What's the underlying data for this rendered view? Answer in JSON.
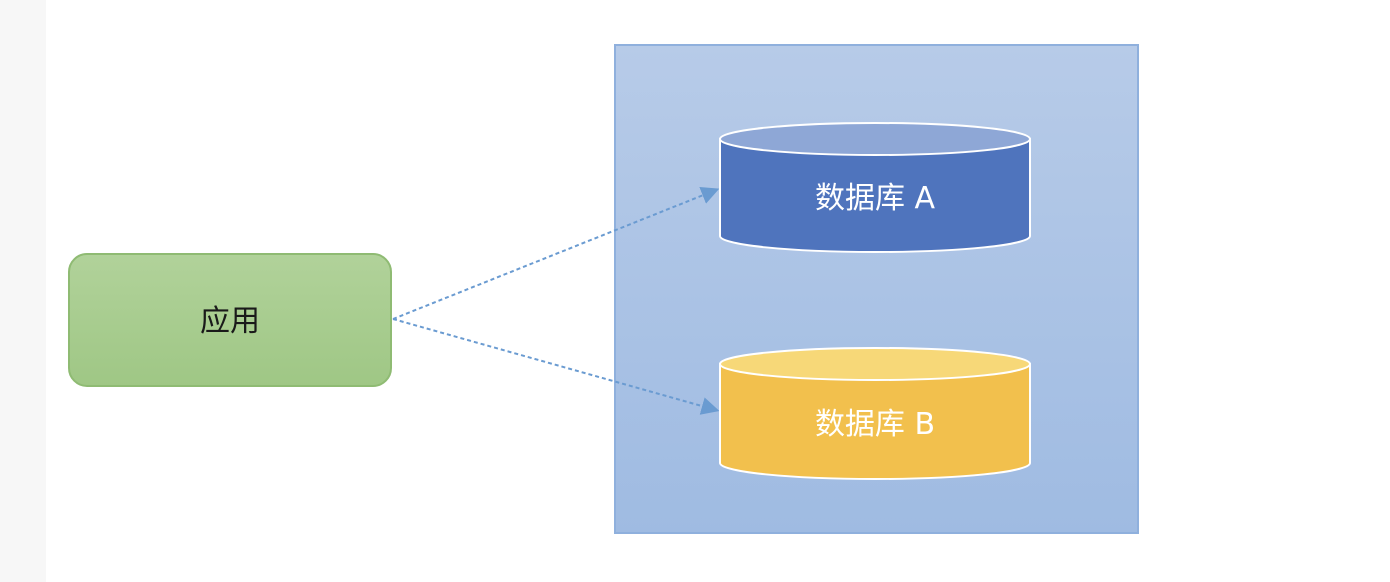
{
  "diagram": {
    "app_node": {
      "label": "应用",
      "fill": "#a9cd8f",
      "stroke": "#8fbb73"
    },
    "container": {
      "fill": "#a9c2e6",
      "stroke": "#8fb0dd"
    },
    "db_a": {
      "label": "数据库 A",
      "fill": "#4f74bd",
      "top_fill": "#8ea7d6"
    },
    "db_b": {
      "label": "数据库 B",
      "fill": "#f2c04d",
      "top_fill": "#f7d878"
    },
    "arrow_color": "#6a9bd1"
  }
}
